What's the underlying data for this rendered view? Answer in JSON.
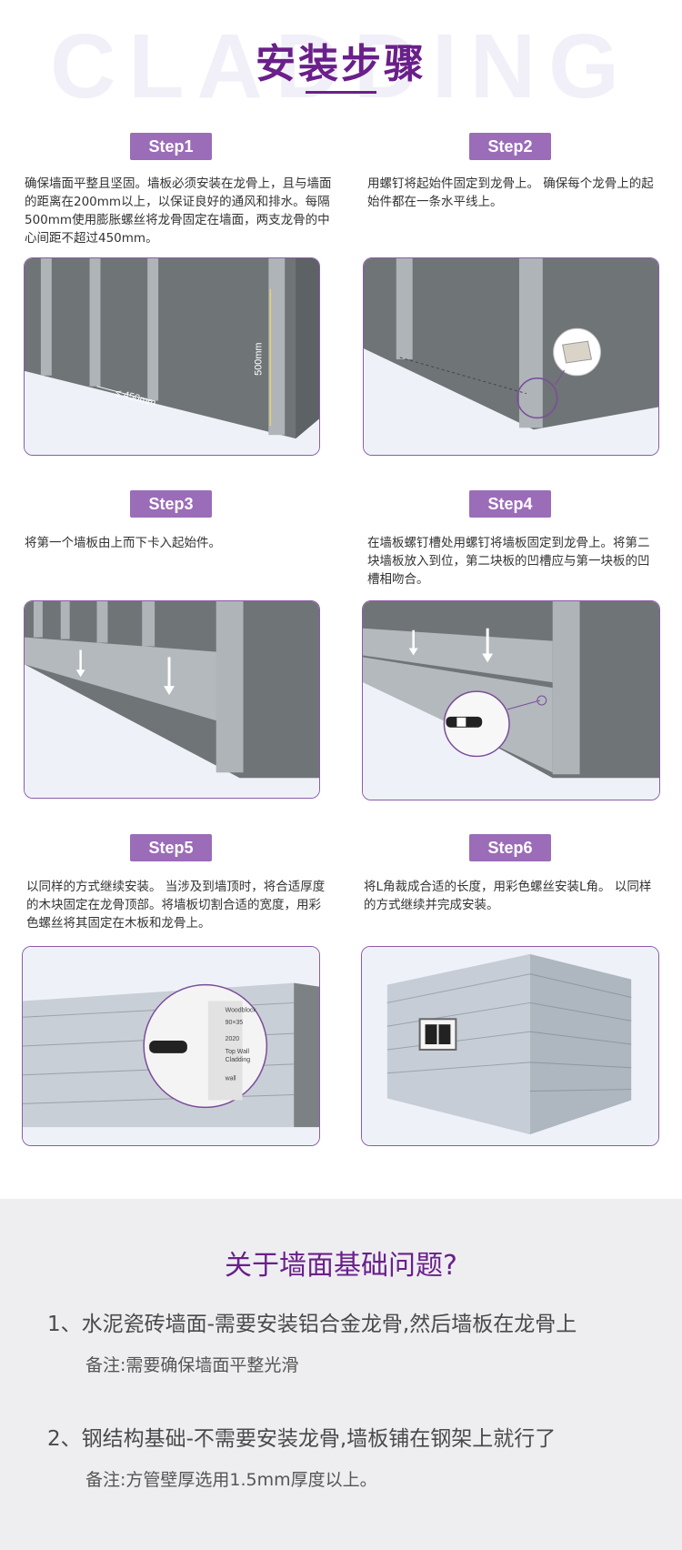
{
  "header": {
    "watermark": "CLADDING",
    "title": "安装步骤"
  },
  "steps": [
    {
      "label": "Step1",
      "text": "确保墙面平整且坚固。墙板必须安装在龙骨上，且与墙面的距离在200mm以上，以保证良好的通风和排水。每隔500mm使用膨胀螺丝将龙骨固定在墙面，两支龙骨的中心间距不超过450mm。"
    },
    {
      "label": "Step2",
      "text": "用螺钉将起始件固定到龙骨上。 确保每个龙骨上的起始件都在一条水平线上。"
    },
    {
      "label": "Step3",
      "text": "将第一个墙板由上而下卡入起始件。"
    },
    {
      "label": "Step4",
      "text": "在墙板螺钉槽处用螺钉将墙板固定到龙骨上。将第二块墙板放入到位，第二块板的凹槽应与第一块板的凹槽相吻合。"
    },
    {
      "label": "Step5",
      "text": "以同样的方式继续安装。 当涉及到墙顶时，将合适厚度的木块固定在龙骨顶部。将墙板切割合适的宽度，用彩色螺丝将其固定在木板和龙骨上。"
    },
    {
      "label": "Step6",
      "text": "将L角裁成合适的长度，用彩色螺丝安装L角。 以同样的方式继续并完成安装。"
    }
  ],
  "annotations": {
    "spacing": "≤ 450mm",
    "height": "500mm",
    "labels5": [
      "Woodblock",
      "90×35",
      "2020",
      "Top Wall",
      "Cladding",
      "wall"
    ]
  },
  "faq": {
    "title": "关于墙面基础问题?",
    "items": [
      {
        "text": "1、水泥瓷砖墙面-需要安装铝合金龙骨,然后墙板在龙骨上",
        "note": "备注:需要确保墙面平整光滑"
      },
      {
        "text": "2、钢结构基础-不需要安装龙骨,墙板铺在钢架上就行了",
        "note": "备注:方管壁厚选用1.5mm厚度以上。"
      }
    ]
  },
  "colors": {
    "brand": "#6a1f8a",
    "step_badge": "#9b6cb8",
    "panel_border": "#8c5ba8"
  }
}
